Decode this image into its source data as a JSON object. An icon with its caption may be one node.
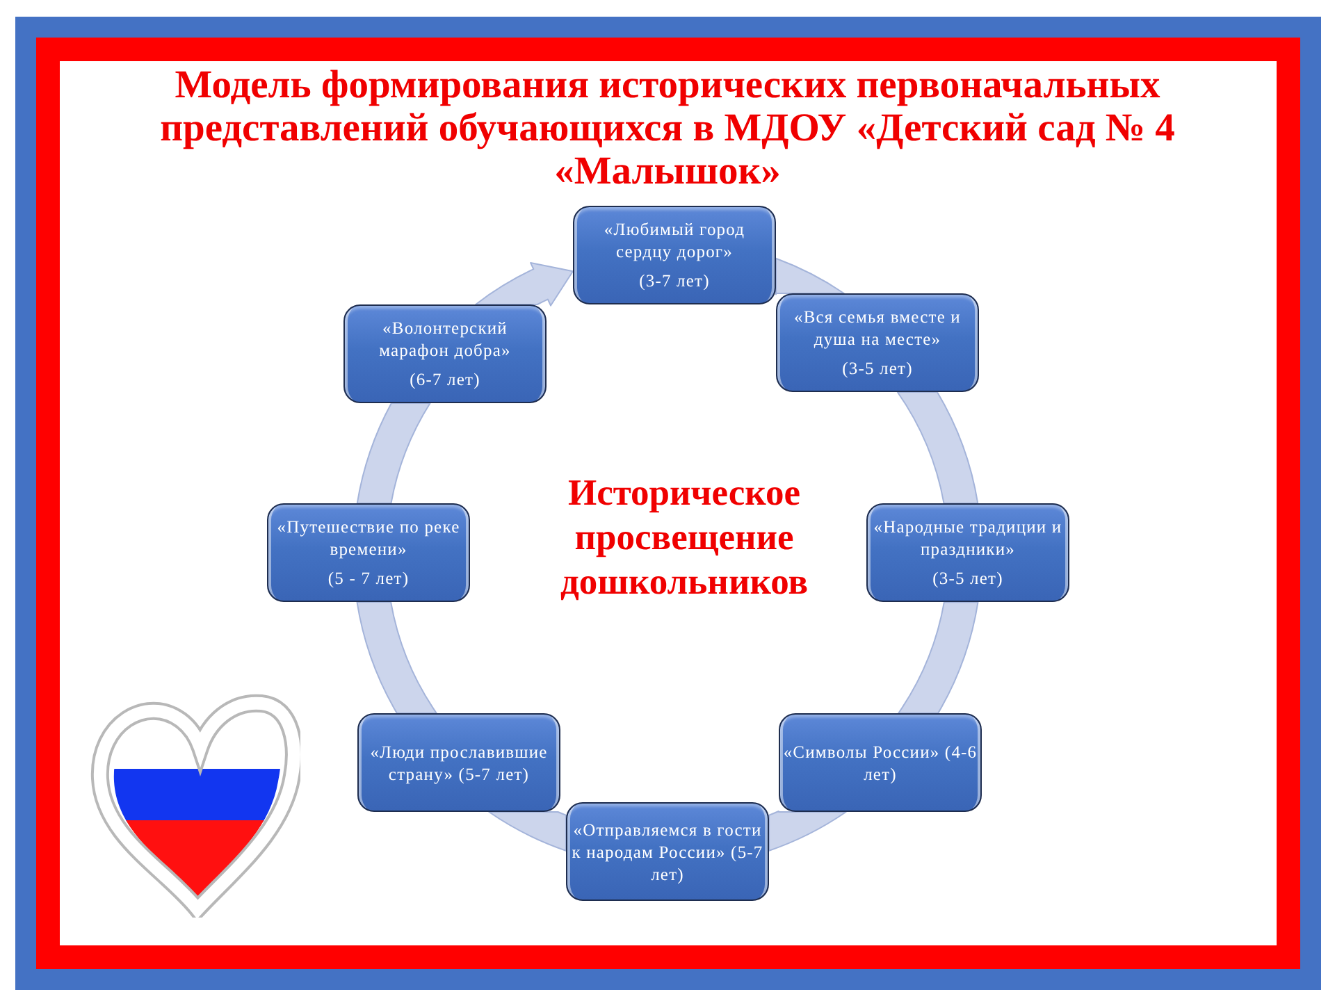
{
  "diagram": {
    "title": "Модель формирования исторических первоначальных представлений обучающихся в МДОУ «Детский сад № 4 «Малышок»",
    "nodes": [
      {
        "text": [
          "«Любимый город сердцу дорог»",
          "(3-7 лет)"
        ]
      },
      {
        "text": [
          "«Вся семья вместе и душа на месте»",
          "(3-5 лет)"
        ]
      },
      {
        "text": [
          "«Народные традиции и праздники»",
          "(3-5 лет)"
        ]
      },
      {
        "text": [
          "«Символы России» (4-6 лет)"
        ]
      },
      {
        "text": [
          "«Отправляемся в гости к народам России» (5-7 лет)"
        ]
      },
      {
        "text": [
          "«Люди прославившие страну» (5-7 лет)"
        ]
      },
      {
        "text": [
          "«Путешествие по реке времени»",
          "(5 - 7 лет)"
        ]
      },
      {
        "text": [
          "«Волонтерский марафон добра»",
          "(6-7 лет)"
        ]
      }
    ],
    "edges": [
      {
        "from": 0,
        "to": 1,
        "arrow": "none"
      },
      {
        "from": 1,
        "to": 2,
        "arrow": "none"
      },
      {
        "from": 2,
        "to": 3,
        "arrow": "none"
      },
      {
        "from": 3,
        "to": 4,
        "arrow": "none"
      },
      {
        "from": 4,
        "to": 5,
        "arrow": "none"
      },
      {
        "from": 5,
        "to": 6,
        "arrow": "none"
      },
      {
        "from": 6,
        "to": 7,
        "arrow": "none"
      },
      {
        "from": 7,
        "to": 0,
        "arrow": "to"
      }
    ],
    "labels": [
      "Историческое просвещение дошкольников"
    ]
  }
}
